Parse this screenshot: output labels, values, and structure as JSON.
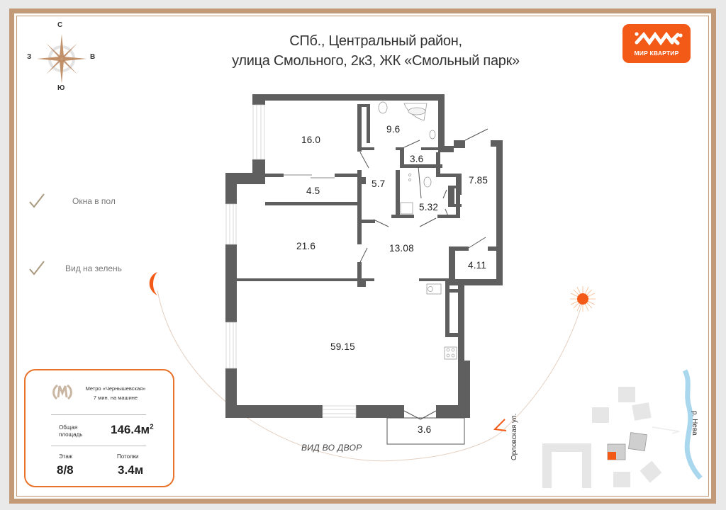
{
  "header": {
    "address_line1": "СПб., Центральный район,",
    "address_line2": "улица Смольного, 2к3, ЖК «Смольный парк»"
  },
  "logo": {
    "text": "МИР КВАРТИР",
    "color": "#f35a17"
  },
  "compass": {
    "north": "С",
    "south": "Ю",
    "west": "З",
    "east": "В"
  },
  "features": [
    {
      "icon": "checkmark-icon",
      "label": "Окна в пол"
    },
    {
      "icon": "checkmark-icon",
      "label": "Вид на зелень"
    }
  ],
  "info_card": {
    "metro_line1": "Метро «Чернышевская»",
    "metro_line2": "7 мин. на машине",
    "area_label_1": "Общая",
    "area_label_2": "площадь",
    "area_value": "146.4м",
    "area_unit_sup": "2",
    "floor_label": "Этаж",
    "floor_value": "8/8",
    "ceiling_label": "Потолки",
    "ceiling_value": "3.4м",
    "accent_color": "#e8722a"
  },
  "rooms": [
    {
      "id": "bedroom-1",
      "area": "16.0"
    },
    {
      "id": "bathroom-1",
      "area": "9.6"
    },
    {
      "id": "closet-1",
      "area": "3.6"
    },
    {
      "id": "hall-1",
      "area": "7.85"
    },
    {
      "id": "wardrobe",
      "area": "4.5"
    },
    {
      "id": "corridor",
      "area": "5.7"
    },
    {
      "id": "bathroom-2",
      "area": "5.32"
    },
    {
      "id": "bedroom-2",
      "area": "21.6"
    },
    {
      "id": "hall-2",
      "area": "13.08"
    },
    {
      "id": "storage",
      "area": "4.11"
    },
    {
      "id": "living-kitchen",
      "area": "59.15"
    },
    {
      "id": "balcony",
      "area": "3.6"
    }
  ],
  "view_label": "ВИД ВО ДВОР",
  "map": {
    "street_label": "Орловская ул.",
    "river_label": "р. Нева"
  },
  "colors": {
    "wall": "#5f5f5f",
    "frame": "#c29a78",
    "accent": "#f35a17",
    "river": "#a9d8ee"
  }
}
